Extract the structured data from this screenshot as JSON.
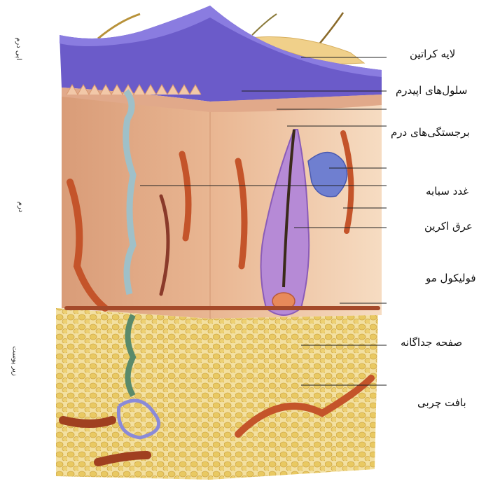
{
  "labels": {
    "keratin": "لایه کراتین",
    "epidermis_cells": "سلول‌های اپیدرم",
    "dermal_papillae": "برجستگی‌های درم",
    "sebaceous": "غدد سبابه",
    "eccrine": "عرق اکرین",
    "follicle": "فولیکول مو",
    "septum": "صفحه جداگانه",
    "fat": "بافت چربی"
  },
  "sides": {
    "epidermis": "اپی درم",
    "dermis": "درم",
    "hypodermis": "زیر پوست"
  },
  "colors": {
    "epidermis": "#6a5ac8",
    "dermis": "#e8b48a",
    "fat": "#f2dc8a",
    "vessel": "#c4542a"
  }
}
